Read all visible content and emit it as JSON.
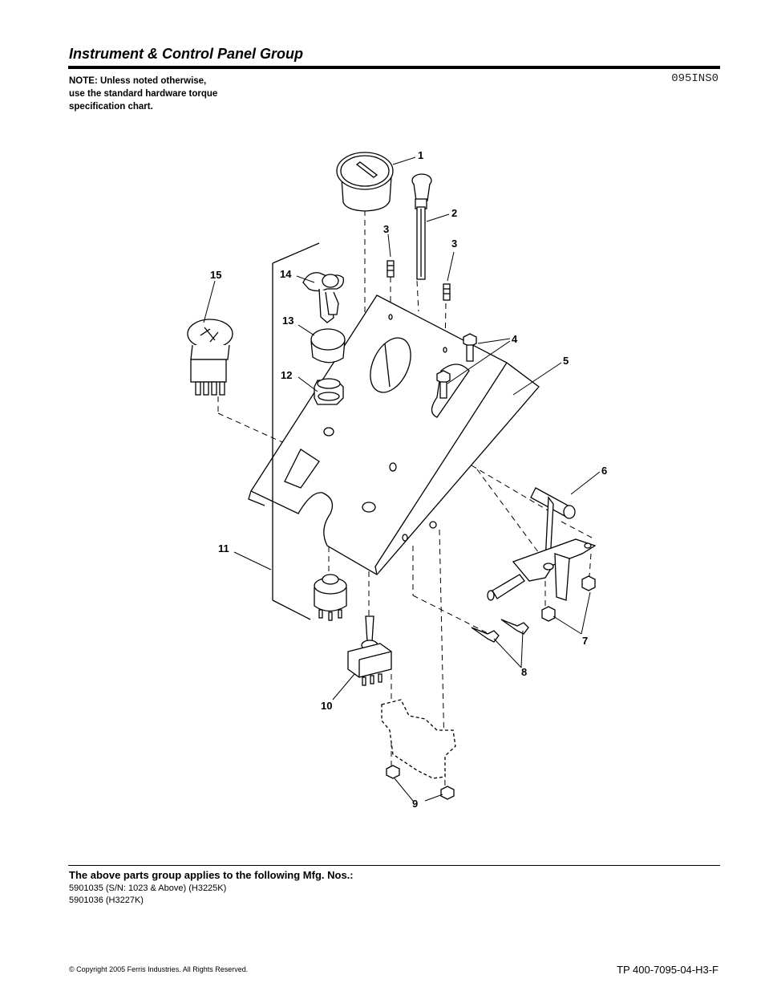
{
  "header": {
    "title": "Instrument & Control Panel Group",
    "note_lines": [
      "NOTE: Unless noted otherwise,",
      "use the standard hardware torque",
      "specification chart."
    ],
    "drawing_code": "095INS0"
  },
  "callouts": [
    "1",
    "2",
    "3",
    "3",
    "4",
    "5",
    "6",
    "7",
    "8",
    "9",
    "10",
    "11",
    "12",
    "13",
    "14",
    "15"
  ],
  "footer": {
    "applies_heading": "The above parts group applies to the following Mfg. Nos.:",
    "mfg_numbers": [
      "5901035 (S/N: 1023 & Above) (H3225K)",
      "5901036 (H3227K)"
    ],
    "copyright": "© Copyright  2005 Ferris Industries. All Rights Reserved.",
    "doc_number": "TP 400-7095-04-H3-F"
  }
}
